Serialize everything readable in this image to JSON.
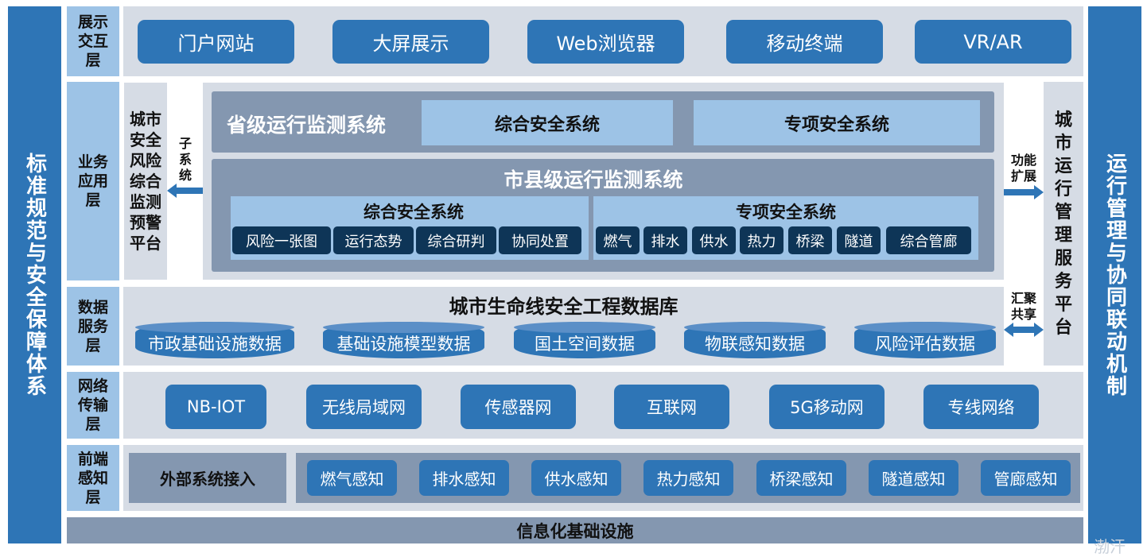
{
  "left_bar": "标准规范与安全保障体系",
  "right_bar": "运行管理与协同联动机制",
  "layers": {
    "display": "展示交互层",
    "business": "业务应用层",
    "data": "数据服务层",
    "network": "网络传输层",
    "sensing": "前端感知层"
  },
  "display_items": [
    "门户网站",
    "大屏展示",
    "Web浏览器",
    "移动终端",
    "VR/AR"
  ],
  "city_platform": "城市安全风险综合监测预警平台",
  "subsystem_label": "子系统",
  "province": {
    "title": "省级运行监测系统",
    "sub": [
      "综合安全系统",
      "专项安全系统"
    ]
  },
  "city": {
    "title": "市县级运行监测系统",
    "integrated": {
      "title": "综合安全系统",
      "items": [
        "风险一张图",
        "运行态势",
        "综合研判",
        "协同处置"
      ]
    },
    "special": {
      "title": "专项安全系统",
      "items": [
        "燃气",
        "排水",
        "供水",
        "热力",
        "桥梁",
        "隧道",
        "综合管廊"
      ]
    }
  },
  "expand_label": "功能扩展",
  "share_label": "汇聚共享",
  "ops_platform": "城市运行管理服务平台",
  "database": {
    "title": "城市生命线安全工程数据库",
    "items": [
      "市政基础设施数据",
      "基础设施模型数据",
      "国土空间数据",
      "物联感知数据",
      "风险评估数据"
    ]
  },
  "network_items": [
    "NB-IOT",
    "无线局域网",
    "传感器网",
    "互联网",
    "5G移动网",
    "专线网络"
  ],
  "external": "外部系统接入",
  "sensing_items": [
    "燃气感知",
    "排水感知",
    "供水感知",
    "热力感知",
    "桥梁感知",
    "隧道感知",
    "管廊感知"
  ],
  "infra": "信息化基础设施",
  "watermark": "渤汗"
}
